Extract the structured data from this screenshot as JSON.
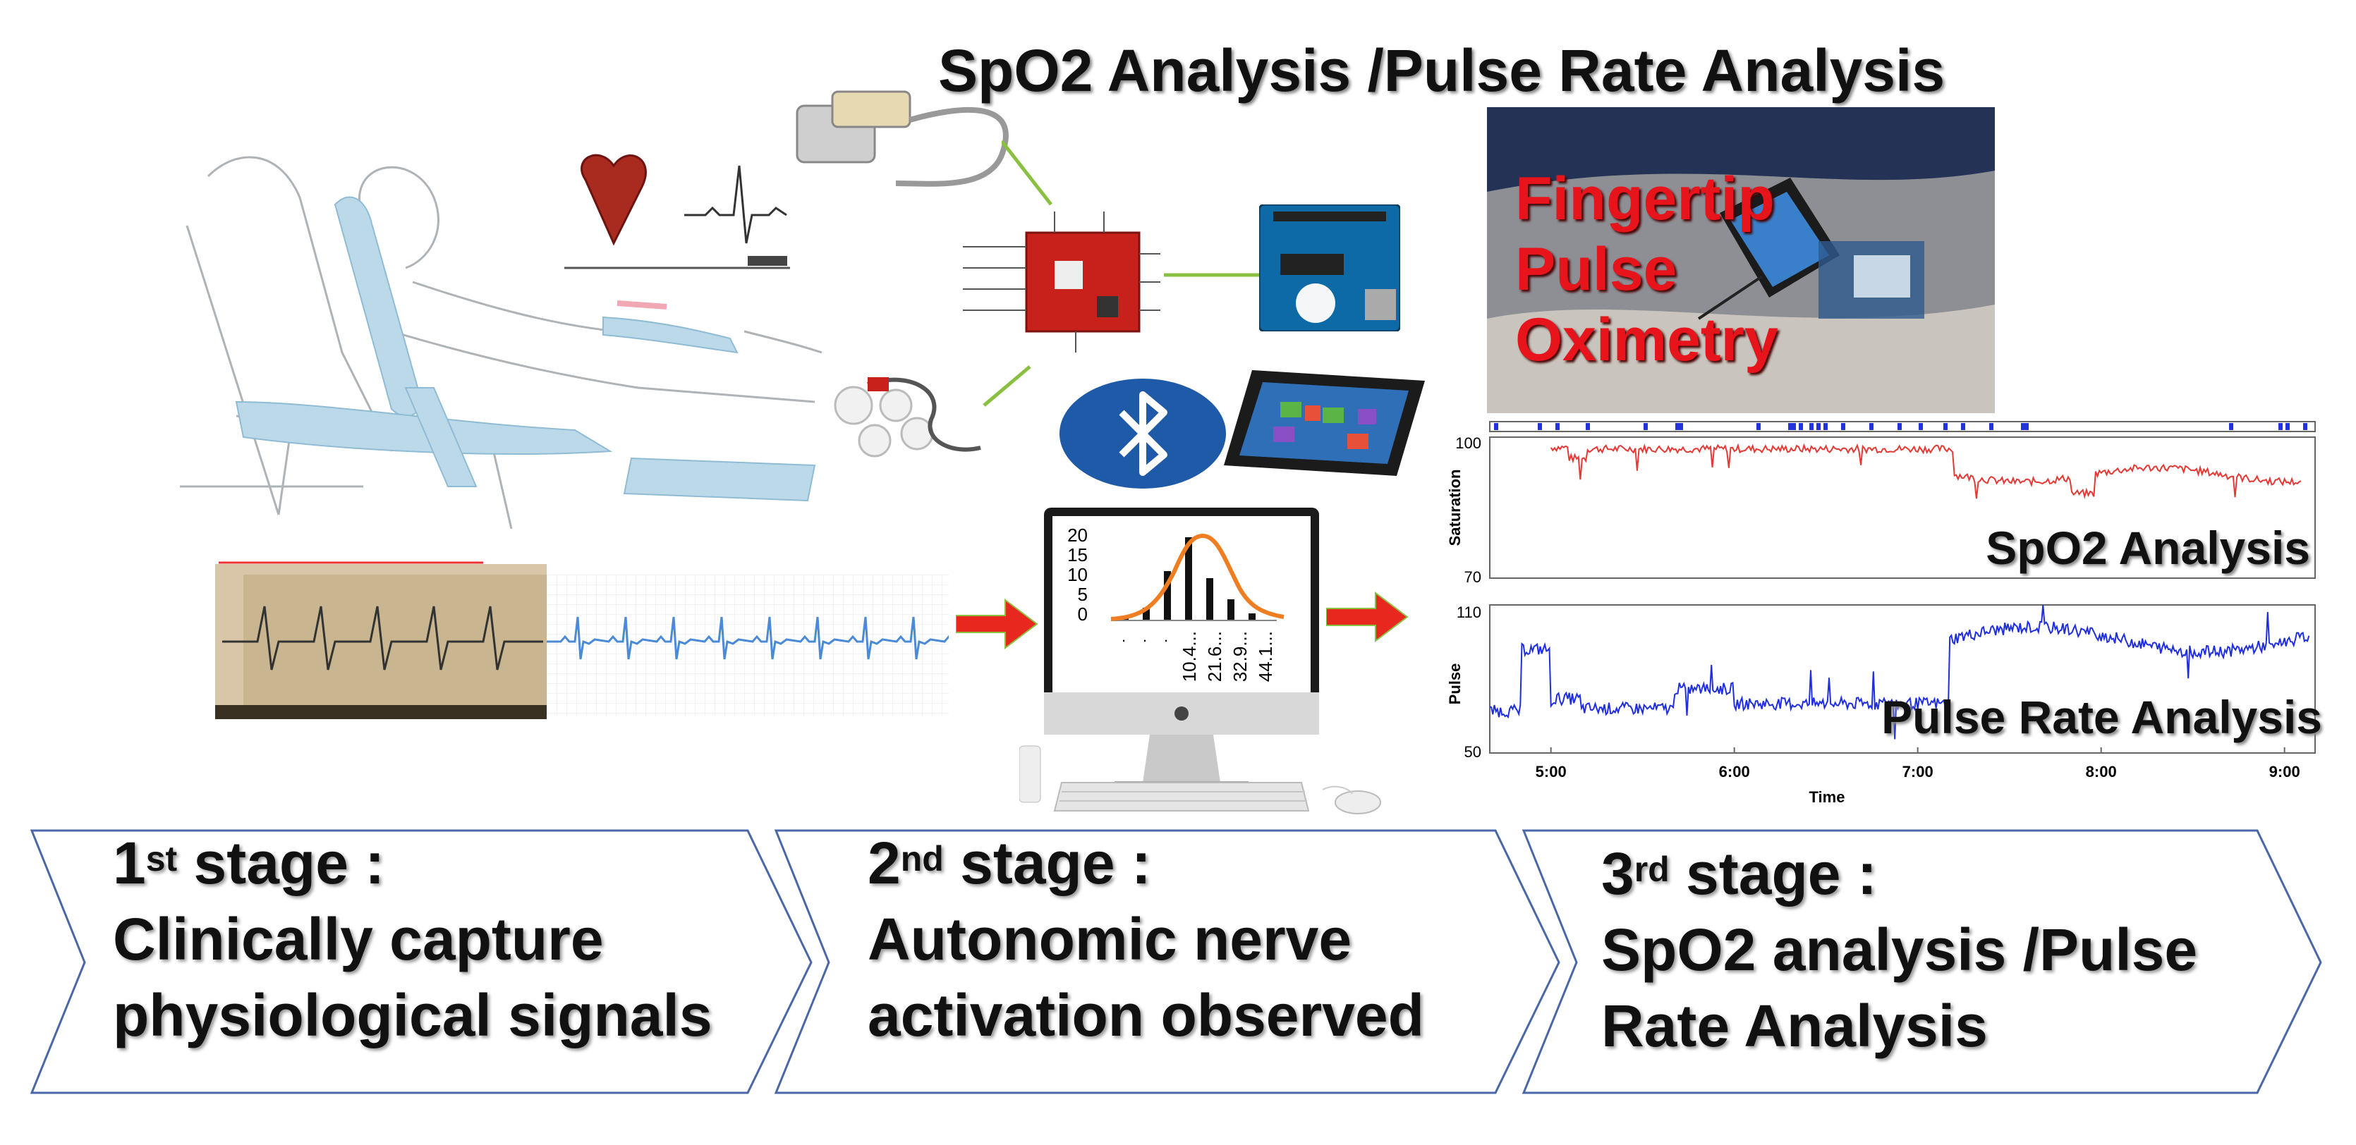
{
  "title": "SpO2 Analysis /Pulse Rate Analysis",
  "photo_labels": [
    "Fingertip",
    "Pulse",
    "Oximetry"
  ],
  "histogram": {
    "y_ticks": [
      "20",
      "15",
      "10",
      "5",
      "0"
    ],
    "x_labels": [
      "10.4...",
      "21.6...",
      "32.9...",
      "44.1..."
    ]
  },
  "spo2_chart": {
    "ylabel": "Saturation",
    "y_ticks": [
      "100",
      "70"
    ],
    "panel_label": "SpO2 Analysis",
    "ylim": [
      70,
      100
    ]
  },
  "pulse_chart": {
    "ylabel": "Pulse",
    "y_ticks": [
      "110",
      "50"
    ],
    "panel_label": "Pulse Rate Analysis",
    "x_ticks": [
      "5:00",
      "6:00",
      "7:00",
      "8:00",
      "9:00"
    ],
    "xlabel": "Time",
    "ylim": [
      50,
      110
    ]
  },
  "stages": [
    {
      "num": "1",
      "sup": "st",
      "suffix": " stage :",
      "lines": [
        "Clinically capture",
        "physiological signals"
      ]
    },
    {
      "num": "2",
      "sup": "nd",
      "suffix": " stage :",
      "lines": [
        "Autonomic nerve",
        "activation observed"
      ]
    },
    {
      "num": "3",
      "sup": "rd",
      "suffix": " stage :",
      "lines": [
        "SpO2 analysis /Pulse",
        "Rate Analysis"
      ]
    }
  ],
  "colors": {
    "arrow_red": "#e8281e",
    "spo2_line": "#e53935",
    "pulse_line": "#1f2ee0",
    "chevron_stroke": "#4a67a8",
    "bluetooth_bg": "#1f5aa8",
    "board_red": "#c8211c",
    "arduino_blue": "#0e6aa6",
    "histogram_curve": "#ef7d22"
  }
}
